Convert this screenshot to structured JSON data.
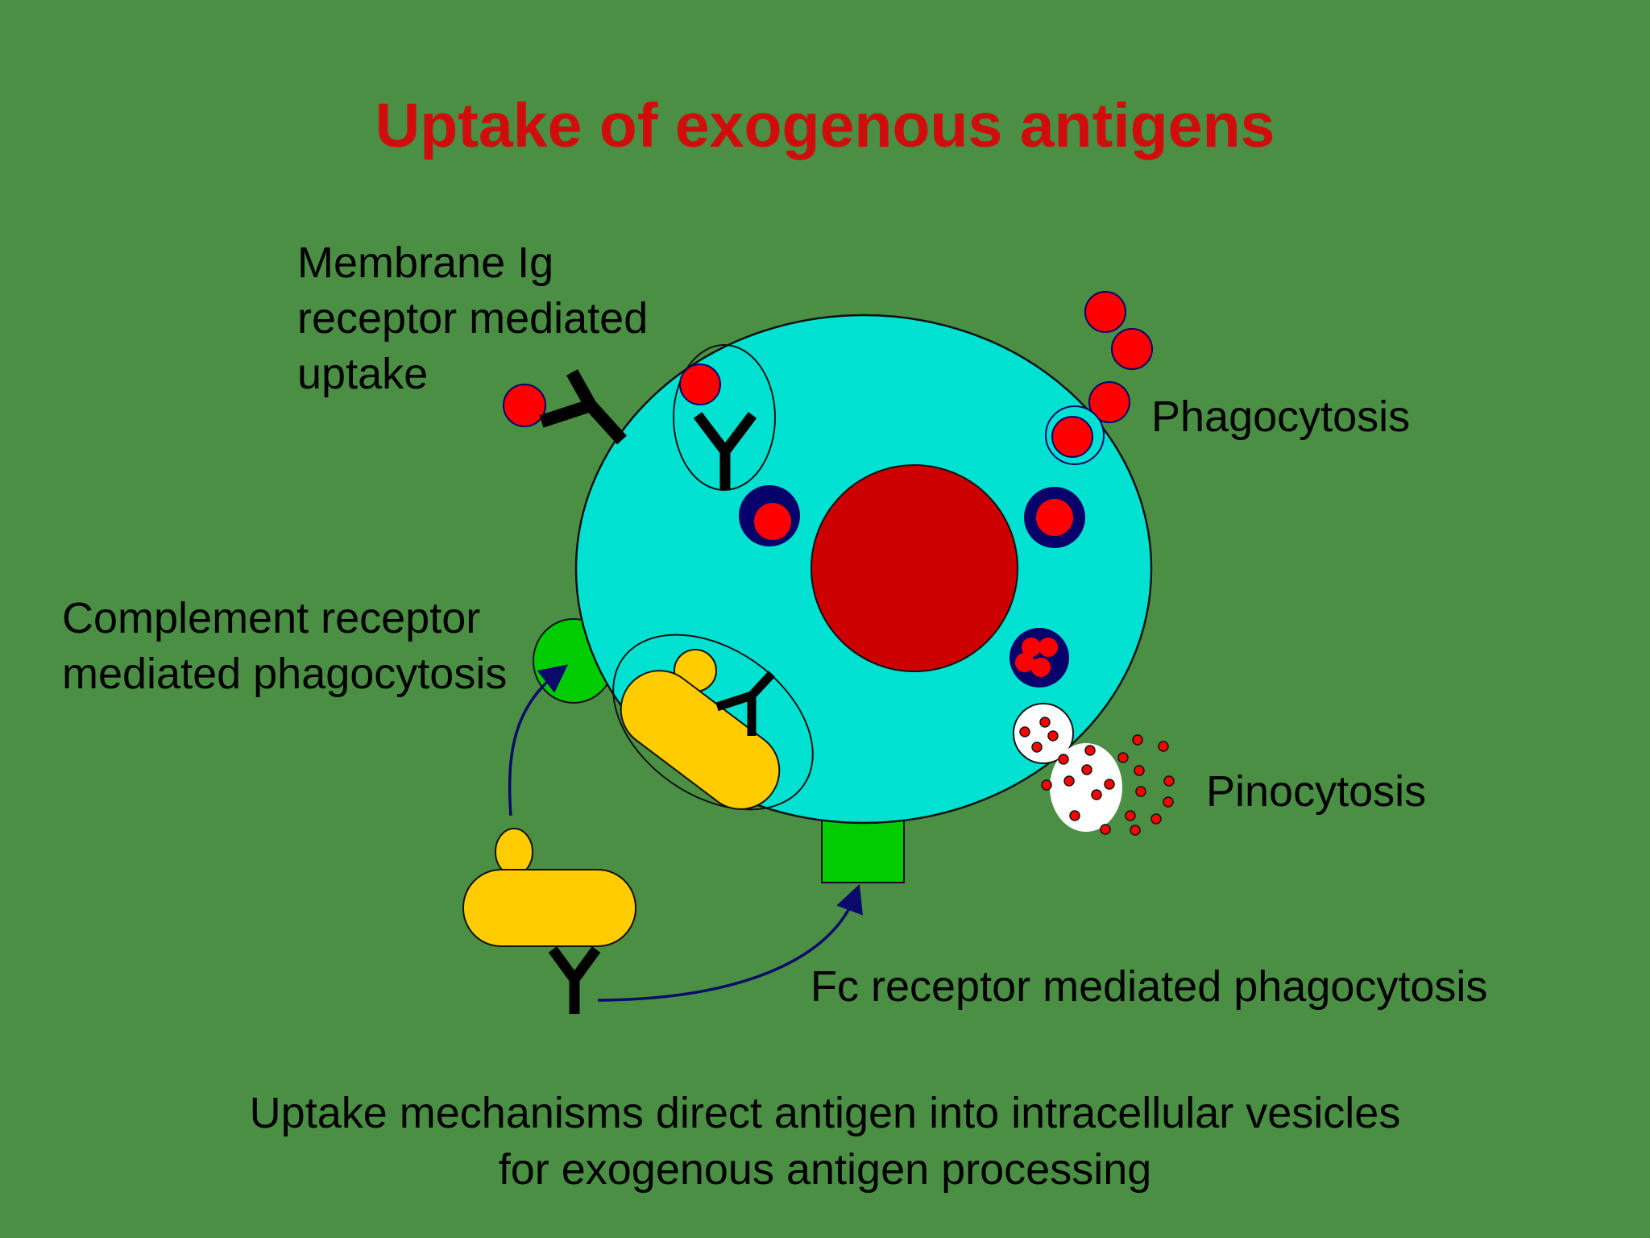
{
  "title": "Uptake of exogenous antigens",
  "labels": {
    "membrane_ig": [
      "Membrane Ig",
      "receptor mediated",
      "uptake"
    ],
    "phagocytosis": "Phagocytosis",
    "complement": [
      "Complement receptor",
      "mediated phagocytosis"
    ],
    "pinocytosis": "Pinocytosis",
    "fc_receptor": "Fc receptor mediated phagocytosis"
  },
  "footer": [
    "Uptake mechanisms direct antigen into intracellular vesicles",
    "for exogenous antigen processing"
  ],
  "colors": {
    "background": "#4a8f43",
    "title": "#d10c0c",
    "cell": "#00e1d2",
    "nucleus": "#cc0000",
    "antigen": "#ff0000",
    "vesicle": "#06006a",
    "receptor_green": "#00cc00",
    "bacterium": "#ffcc00",
    "arrow": "#0a0a6a",
    "fluid_vesicle": "#ffffff"
  }
}
